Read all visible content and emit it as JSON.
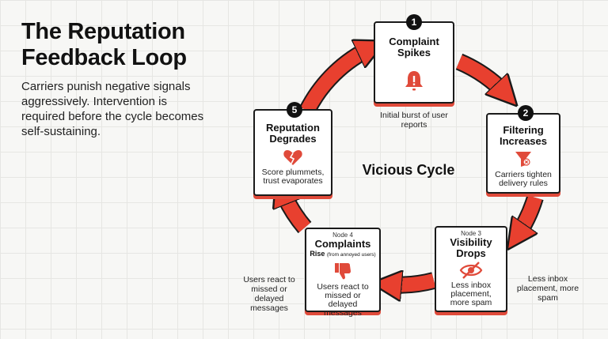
{
  "header": {
    "title": "The Reputation Feedback Loop",
    "subtitle": "Carriers punish negative signals aggressively. Intervention is required before the cycle becomes self-sustaining."
  },
  "center_label": "Vicious Cycle",
  "nodes": [
    {
      "number": "1",
      "title": "Complaint Spikes",
      "caption": "Initial burst of user reports",
      "icon": "alarm-bell-icon"
    },
    {
      "number": "2",
      "title": "Filtering Increases",
      "description": "Carriers tighten delivery rules",
      "icon": "funnel-icon"
    },
    {
      "tag": "Node 3",
      "title": "Visibility Drops",
      "description": "Less inbox placement, more spam",
      "caption": "Less inbox placement, more spam",
      "icon": "eye-slash-icon"
    },
    {
      "tag": "Node 4",
      "title": "Complaints",
      "title_line2": "Rise",
      "title_note": "(from annoyed users)",
      "description": "Users react to missed or delayed messages",
      "caption": "Users react to missed or delayed messages",
      "icon": "thumbs-down-icon"
    },
    {
      "number": "5",
      "title": "Reputation Degrades",
      "description": "Score plummets, trust evaporates",
      "icon": "broken-heart-icon"
    }
  ],
  "colors": {
    "arrow": "#e8402f",
    "arrow_dark": "#c73224",
    "icon": "#e04a3a",
    "outline": "#1a1a1a"
  }
}
